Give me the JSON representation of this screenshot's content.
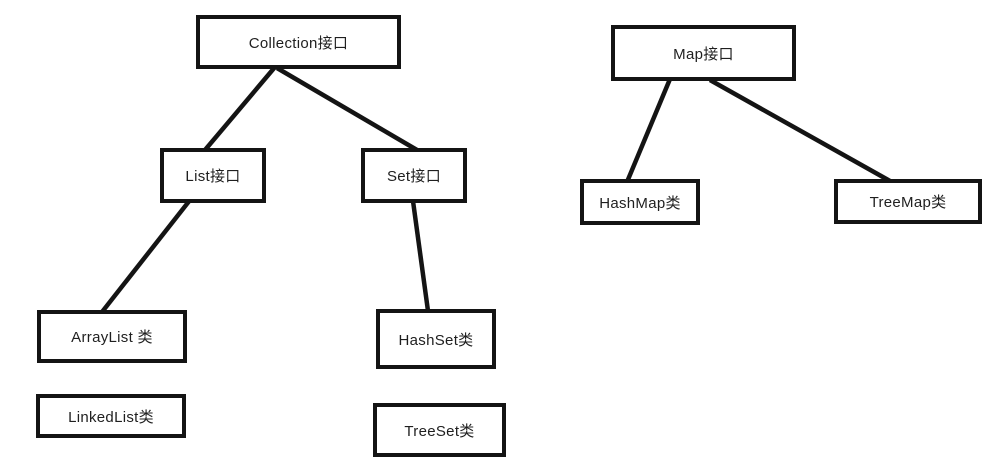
{
  "diagram": {
    "description": "Java collection framework hierarchy diagram",
    "colors": {
      "background": "#ffffff",
      "line": "#141414",
      "box_border": "#141414",
      "text": "#1f1f1f"
    },
    "nodes": {
      "collection": {
        "label": "Collection接口"
      },
      "list": {
        "label": "List接口"
      },
      "set": {
        "label": "Set接口"
      },
      "arraylist": {
        "label": "ArrayList 类"
      },
      "linkedlist": {
        "label": "LinkedList类"
      },
      "hashset": {
        "label": "HashSet类"
      },
      "treeset": {
        "label": "TreeSet类"
      },
      "map": {
        "label": "Map接口"
      },
      "hashmap": {
        "label": "HashMap类"
      },
      "treemap": {
        "label": "TreeMap类"
      }
    },
    "edges": [
      {
        "from": "Collection接口",
        "to": "List接口"
      },
      {
        "from": "Collection接口",
        "to": "Set接口"
      },
      {
        "from": "List接口",
        "to": "ArrayList 类"
      },
      {
        "from": "Set接口",
        "to": "HashSet类"
      },
      {
        "from": "Map接口",
        "to": "HashMap类"
      },
      {
        "from": "Map接口",
        "to": "TreeMap类"
      }
    ]
  }
}
